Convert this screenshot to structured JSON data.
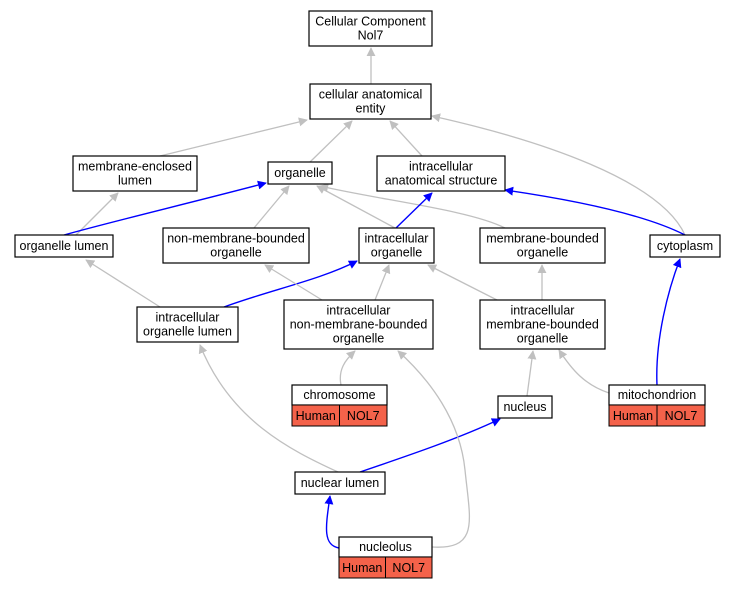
{
  "graph": {
    "annotation_color": "#f4624a",
    "edge_colors": {
      "is_a": "#c0c0c0",
      "part_of": "#0000ff"
    },
    "nodes": {
      "root": {
        "lines": [
          "Cellular Component",
          "Nol7"
        ]
      },
      "cae": {
        "lines": [
          "cellular anatomical",
          "entity"
        ]
      },
      "mel": {
        "lines": [
          "membrane-enclosed",
          "lumen"
        ]
      },
      "org": {
        "lines": [
          "organelle"
        ]
      },
      "ias": {
        "lines": [
          "intracellular",
          "anatomical structure"
        ]
      },
      "ol": {
        "lines": [
          "organelle lumen"
        ]
      },
      "nmbo": {
        "lines": [
          "non-membrane-bounded",
          "organelle"
        ]
      },
      "io": {
        "lines": [
          "intracellular",
          "organelle"
        ]
      },
      "mbo": {
        "lines": [
          "membrane-bounded",
          "organelle"
        ]
      },
      "cyto": {
        "lines": [
          "cytoplasm"
        ]
      },
      "iol": {
        "lines": [
          "intracellular",
          "organelle lumen"
        ]
      },
      "inmbo": {
        "lines": [
          "intracellular",
          "non-membrane-bounded",
          "organelle"
        ]
      },
      "imbo": {
        "lines": [
          "intracellular",
          "membrane-bounded",
          "organelle"
        ]
      },
      "chrom": {
        "lines": [
          "chromosome"
        ],
        "annotations": [
          "Human",
          "NOL7"
        ]
      },
      "nucleus": {
        "lines": [
          "nucleus"
        ]
      },
      "mito": {
        "lines": [
          "mitochondrion"
        ],
        "annotations": [
          "Human",
          "NOL7"
        ]
      },
      "nlumen": {
        "lines": [
          "nuclear lumen"
        ]
      },
      "nucleolus": {
        "lines": [
          "nucleolus"
        ],
        "annotations": [
          "Human",
          "NOL7"
        ]
      }
    },
    "edges": [
      {
        "from": "cae",
        "to": "root",
        "type": "is_a"
      },
      {
        "from": "mel",
        "to": "cae",
        "type": "is_a"
      },
      {
        "from": "org",
        "to": "cae",
        "type": "is_a"
      },
      {
        "from": "ias",
        "to": "cae",
        "type": "is_a"
      },
      {
        "from": "cyto",
        "to": "cae",
        "type": "is_a"
      },
      {
        "from": "ol",
        "to": "mel",
        "type": "is_a"
      },
      {
        "from": "ol",
        "to": "org",
        "type": "part_of"
      },
      {
        "from": "nmbo",
        "to": "org",
        "type": "is_a"
      },
      {
        "from": "io",
        "to": "org",
        "type": "is_a"
      },
      {
        "from": "mbo",
        "to": "org",
        "type": "is_a"
      },
      {
        "from": "io",
        "to": "ias",
        "type": "part_of"
      },
      {
        "from": "cyto",
        "to": "ias",
        "type": "part_of"
      },
      {
        "from": "iol",
        "to": "ol",
        "type": "is_a"
      },
      {
        "from": "iol",
        "to": "io",
        "type": "part_of"
      },
      {
        "from": "inmbo",
        "to": "nmbo",
        "type": "is_a"
      },
      {
        "from": "inmbo",
        "to": "io",
        "type": "is_a"
      },
      {
        "from": "imbo",
        "to": "io",
        "type": "is_a"
      },
      {
        "from": "imbo",
        "to": "mbo",
        "type": "is_a"
      },
      {
        "from": "chrom",
        "to": "inmbo",
        "type": "is_a"
      },
      {
        "from": "nucleus",
        "to": "imbo",
        "type": "is_a"
      },
      {
        "from": "mito",
        "to": "imbo",
        "type": "is_a"
      },
      {
        "from": "mito",
        "to": "cyto",
        "type": "part_of"
      },
      {
        "from": "nlumen",
        "to": "iol",
        "type": "is_a"
      },
      {
        "from": "nlumen",
        "to": "nucleus",
        "type": "part_of"
      },
      {
        "from": "nucleolus",
        "to": "nlumen",
        "type": "part_of"
      },
      {
        "from": "nucleolus",
        "to": "inmbo",
        "type": "is_a"
      }
    ]
  }
}
